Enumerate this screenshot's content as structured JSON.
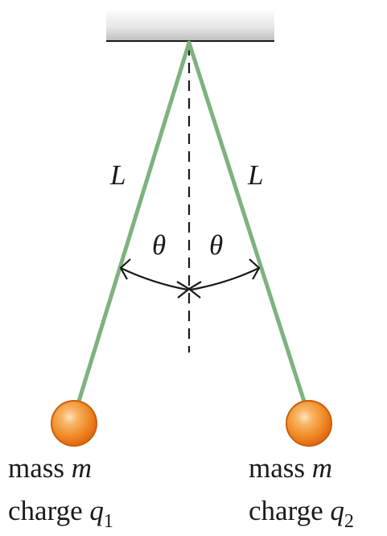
{
  "colors": {
    "string": "#7db37e",
    "ball_light": "#fbd29a",
    "ball_mid": "#f39a35",
    "ball_dark": "#e0660f",
    "ball_edge": "#c95e0c",
    "ceiling_light": "#fafafa",
    "ceiling_dark": "#c4c4c4",
    "ink": "#1a1a1a"
  },
  "labels": {
    "length_left": "L",
    "length_right": "L",
    "angle_left": "θ",
    "angle_right": "θ",
    "ball_left": {
      "mass_word": "mass",
      "mass_symbol": "m",
      "charge_word": "charge",
      "charge_symbol": "q",
      "charge_subscript": "1"
    },
    "ball_right": {
      "mass_word": "mass",
      "mass_symbol": "m",
      "charge_word": "charge",
      "charge_symbol": "q",
      "charge_subscript": "2"
    }
  }
}
